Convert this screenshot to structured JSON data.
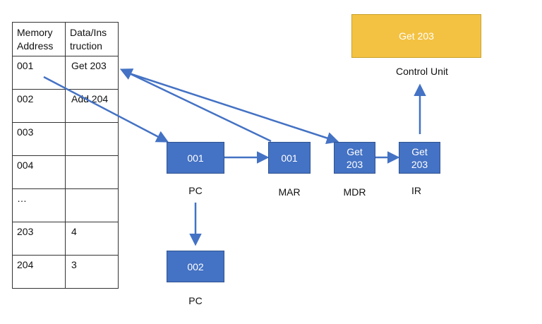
{
  "memory_table": {
    "headers": [
      "Memory\nAddress",
      "Data/Ins\ntruction"
    ],
    "rows": [
      {
        "address": "001",
        "data": "Get 203"
      },
      {
        "address": "002",
        "data": "Add 204"
      },
      {
        "address": "003",
        "data": ""
      },
      {
        "address": "004",
        "data": ""
      },
      {
        "address": "…",
        "data": ""
      },
      {
        "address": "203",
        "data": "4"
      },
      {
        "address": "204",
        "data": "3"
      }
    ]
  },
  "registers": {
    "pc_box": "001",
    "pc_label": "PC",
    "mar_box": "001",
    "mar_label": "MAR",
    "mdr_box": "Get\n203",
    "mdr_label": "MDR",
    "ir_box": "Get\n203",
    "ir_label": "IR",
    "pc2_box": "002",
    "pc2_label": "PC"
  },
  "control_unit": {
    "box": "Get 203",
    "label": "Control Unit"
  },
  "colors": {
    "register_fill": "#4472c4",
    "control_unit_fill": "#f4c242",
    "arrow": "#4472c4"
  }
}
